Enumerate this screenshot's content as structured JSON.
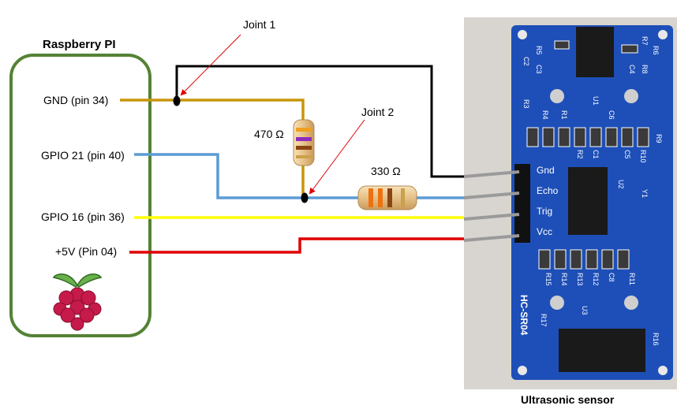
{
  "pi": {
    "title": "Raspberry PI",
    "pins": {
      "gnd": "GND (pin 34)",
      "gpio21": "GPIO 21 (pin 40)",
      "gpio16": "GPIO 16 (pin 36)",
      "v5": "+5V  (Pin 04)"
    },
    "logo": "raspberry-logo-icon"
  },
  "annotations": {
    "joint1": "Joint 1",
    "joint2": "Joint 2",
    "r1": "470 Ω",
    "r2": "330 Ω"
  },
  "sensor": {
    "caption": "Ultrasonic sensor",
    "model": "HC-SR04",
    "pins": [
      "Gnd",
      "Echo",
      "Trig",
      "Vcc"
    ],
    "components": [
      "R5",
      "R7",
      "R6",
      "R8",
      "C2",
      "C3",
      "C4",
      "U1",
      "R3",
      "R4",
      "R1",
      "C6",
      "R2",
      "C1",
      "C5",
      "R10",
      "R9",
      "U2",
      "Y1",
      "R15",
      "R14",
      "R13",
      "R12",
      "C8",
      "R11",
      "U3",
      "R17",
      "R16"
    ]
  },
  "wire_colors": {
    "gnd": "#c8960a",
    "gpio21": "#5b9bd5",
    "gpio16": "#ffff00",
    "v5": "#e00000",
    "sensor_gnd": "#000000",
    "pi_outline": "#548235"
  }
}
